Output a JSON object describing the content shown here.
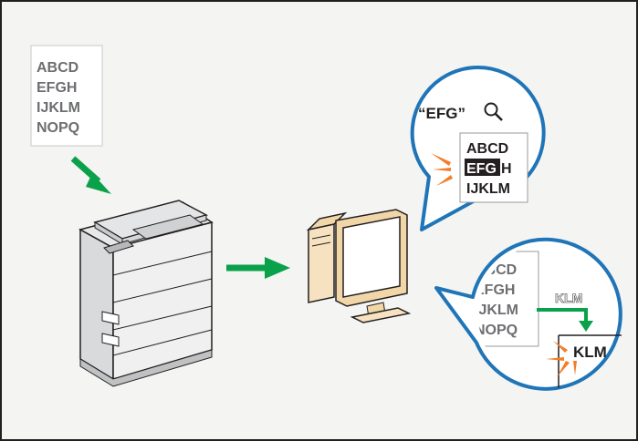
{
  "source_document": {
    "lines": [
      "ABCD",
      "EFGH",
      "IJKLM",
      "NOPQ"
    ]
  },
  "search_bubble": {
    "query": "“EFG”",
    "result_lines": [
      "ABCD",
      "EFG",
      "H",
      "IJKLM"
    ]
  },
  "edit_bubble": {
    "doc_lines": [
      "ABCD",
      "EFGH",
      "IJKLM",
      "NOPQ"
    ],
    "copied_text": "KLM",
    "pasted_text": "KLM"
  },
  "colors": {
    "panel_bg": "#f4f4f2",
    "frame": "#231f20",
    "bubble_stroke": "#1f75b7",
    "arrow_green": "#0aa14b",
    "highlight_orange": "#f37d2a",
    "doc_text": "#6d6e71",
    "highlight_box": "#231f20",
    "computer_body": "#f6e2c0"
  },
  "icons": [
    "search-icon",
    "printer-scanner-icon",
    "computer-icon"
  ]
}
